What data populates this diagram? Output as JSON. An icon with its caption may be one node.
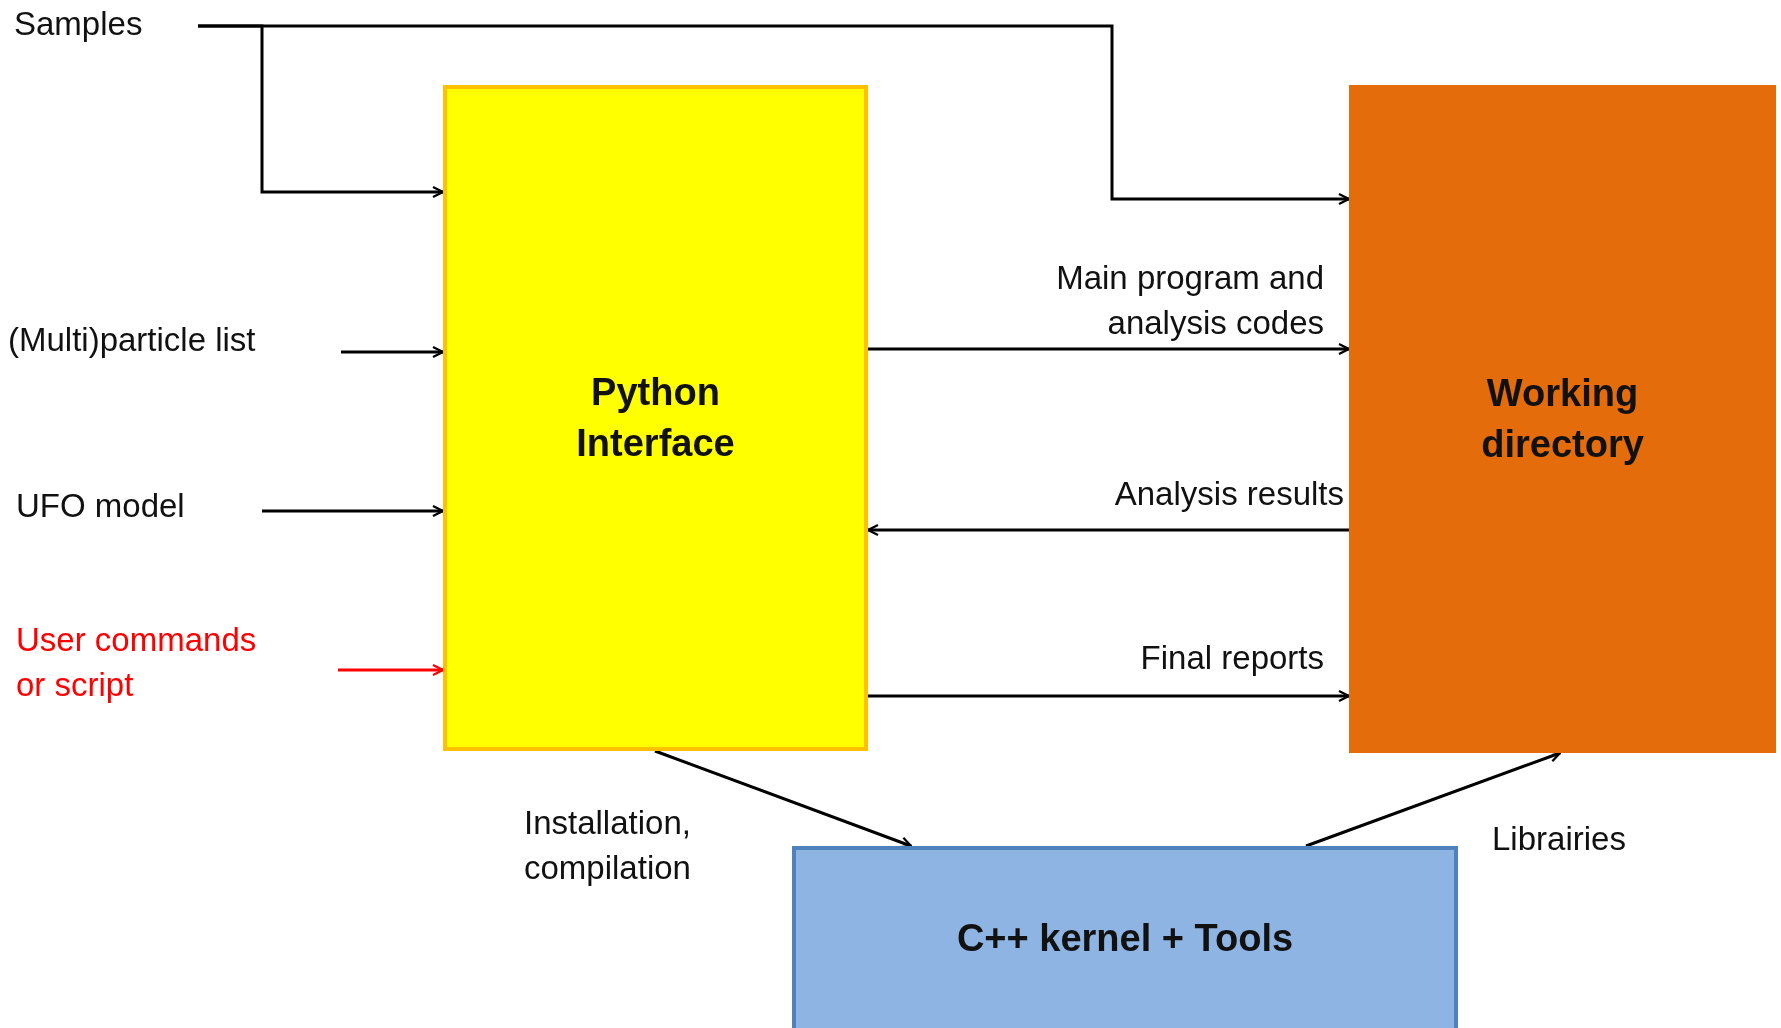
{
  "diagram": {
    "nodes": [
      {
        "text": [
          "Samples"
        ]
      },
      {
        "text": [
          "(Multi)particle list"
        ]
      },
      {
        "text": [
          "UFO model"
        ]
      },
      {
        "text": [
          "User commands or script"
        ]
      },
      {
        "text": [
          "Python Interface"
        ]
      },
      {
        "text": [
          "Working directory"
        ]
      },
      {
        "text": [
          "C++ kernel + Tools"
        ]
      }
    ],
    "edges": [
      {
        "from": 0,
        "to": 4,
        "arrow": "to"
      },
      {
        "from": 0,
        "to": 5,
        "arrow": "to"
      },
      {
        "from": 1,
        "to": 4,
        "arrow": "to"
      },
      {
        "from": 2,
        "to": 4,
        "arrow": "to"
      },
      {
        "from": 3,
        "to": 4,
        "arrow": "to",
        "color": "#ff0000"
      },
      {
        "from": 4,
        "to": 5,
        "arrow": "to",
        "label": "Main program and analysis codes"
      },
      {
        "from": 5,
        "to": 4,
        "arrow": "to",
        "label": "Analysis results"
      },
      {
        "from": 4,
        "to": 5,
        "arrow": "to",
        "label": "Final reports"
      },
      {
        "from": 4,
        "to": 6,
        "arrow": "to",
        "label": "Installation, compilation"
      },
      {
        "from": 6,
        "to": 5,
        "arrow": "to",
        "label": "Librairies"
      }
    ]
  }
}
